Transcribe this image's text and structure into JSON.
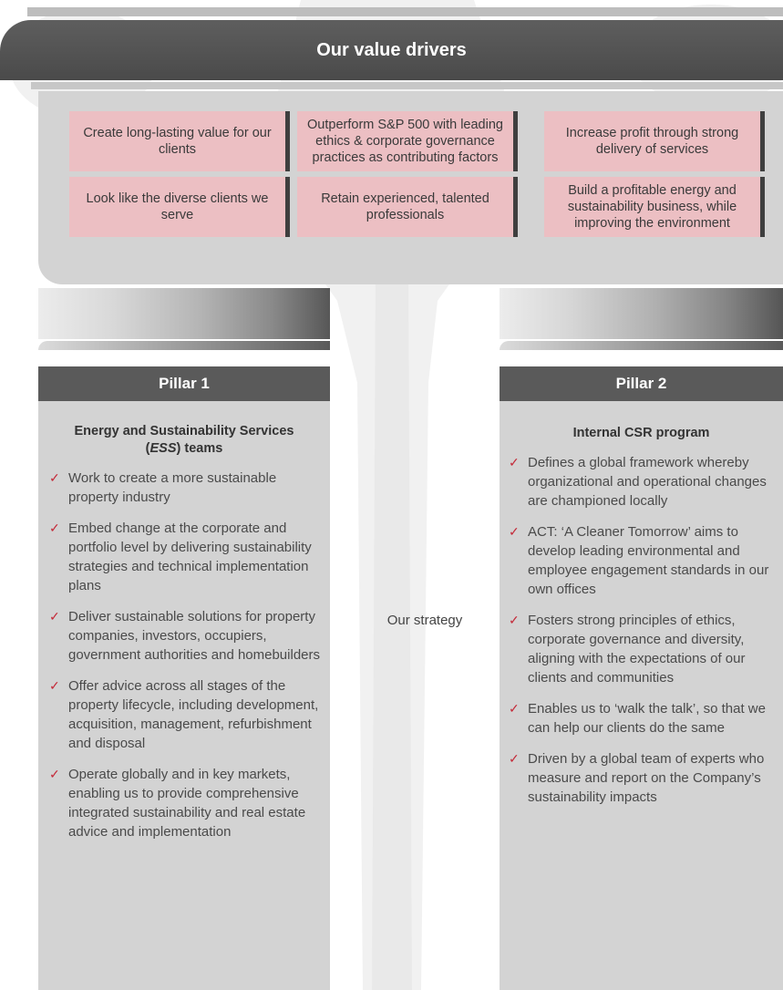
{
  "header": {
    "title": "Our value drivers"
  },
  "drivers": [
    {
      "text": "Create long-lasting value for our clients"
    },
    {
      "text": "Outperform S&P 500 with leading ethics & corporate governance practices as contributing factors"
    },
    {
      "text": "Increase profit through strong delivery of services"
    },
    {
      "text": "Look like the diverse clients we serve"
    },
    {
      "text": "Retain experienced, talented professionals"
    },
    {
      "text": "Build a profitable energy and sustainability business, while improving the environment"
    }
  ],
  "center": {
    "label": "Our strategy"
  },
  "pillar1": {
    "title": "Pillar 1",
    "subtitle_prefix": "Energy and Sustainability Services (",
    "subtitle_em": "ESS",
    "subtitle_suffix": ") teams",
    "items": [
      "Work to create a more sustainable property industry",
      "Embed change at the corporate and portfolio level by delivering sustainability strategies and technical implementation plans",
      "Deliver sustainable solutions for property companies, investors, occupiers, government authorities and homebuilders",
      "Offer advice across all stages of the property lifecycle, including development, acquisition, management, refurbishment and disposal",
      "Operate globally and in key markets, enabling us to provide comprehensive integrated sustainability and real estate advice and implementation"
    ]
  },
  "pillar2": {
    "title": "Pillar 2",
    "subtitle": "Internal CSR program",
    "items": [
      "Defines a global framework whereby organizational and operational changes are championed locally",
      "ACT: ‘A Cleaner Tomorrow’ aims to develop leading environmental and employee engagement standards in our own offices",
      "Fosters strong principles of ethics, corporate governance and diversity, aligning with the expectations of our clients and communities",
      "Enables us to ‘walk the talk’, so that we can help our clients do the same",
      "Driven by a global team of experts who measure and report on the Company’s sustainability impacts"
    ]
  },
  "check_glyph": "✓",
  "colors": {
    "header": "#4f4f4f",
    "panel": "#d3d3d3",
    "driver_box": "#ecbfc3",
    "check": "#c42a39"
  }
}
